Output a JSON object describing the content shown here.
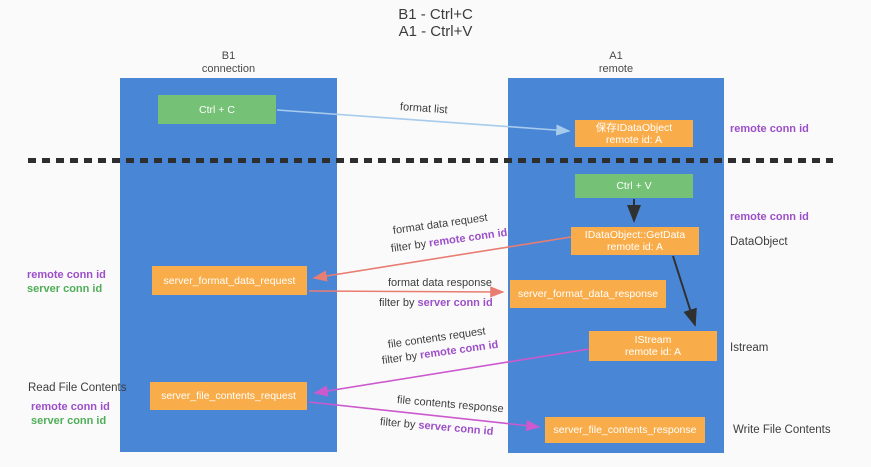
{
  "title": {
    "line1": "B1 - Ctrl+C",
    "line2": "A1 - Ctrl+V"
  },
  "lanes": {
    "left": {
      "name": "B1",
      "role": "connection"
    },
    "right": {
      "name": "A1",
      "role": "remote"
    }
  },
  "nodes": {
    "ctrl_c": {
      "label": "Ctrl + C"
    },
    "ctrl_v": {
      "label": "Ctrl + V"
    },
    "save_idataobject": {
      "line1": "保存IDataObject",
      "line2": "remote id: A"
    },
    "idataobject_getdata": {
      "line1": "IDataObject::GetData",
      "line2": "remote id: A"
    },
    "istream": {
      "line1": "IStream",
      "line2": "remote id: A"
    },
    "server_format_data_request": {
      "label": "server_format_data_request"
    },
    "server_format_data_response": {
      "label": "server_format_data_response"
    },
    "server_file_contents_request": {
      "label": "server_file_contents_request"
    },
    "server_file_contents_response": {
      "label": "server_file_contents_response"
    }
  },
  "edges": {
    "format_list": {
      "label": "format list"
    },
    "format_data_request": {
      "label": "format data request",
      "filter_prefix": "filter by ",
      "filter_key": "remote conn id"
    },
    "format_data_response": {
      "label": "format data response",
      "filter_prefix": "filter by ",
      "filter_key": "server conn id"
    },
    "file_contents_request": {
      "label": "file contents request",
      "filter_prefix": "filter by ",
      "filter_key": "remote conn id"
    },
    "file_contents_response": {
      "label": "file contents response",
      "filter_prefix": "filter by ",
      "filter_key": "server conn id"
    }
  },
  "annotations": {
    "right_top_remote_conn_id": "remote conn id",
    "right_mid_remote_conn_id": "remote conn id",
    "dataobject": "DataObject",
    "istream": "Istream",
    "write_file_contents": "Write File Contents",
    "left_remote_conn_id": "remote conn id",
    "left_server_conn_id": "server conn id",
    "read_file_contents": "Read File Contents",
    "left_bottom_remote_conn_id": "remote conn id",
    "left_bottom_server_conn_id": "server conn id"
  },
  "colors": {
    "lane_blue": "#4a86d6",
    "node_green": "#75c175",
    "node_orange": "#f9ad4a",
    "arrow_light_blue": "#a6cbec",
    "arrow_red": "#e87d72",
    "arrow_magenta": "#cc59ce",
    "arrow_black": "#303030",
    "text_purple": "#9c4fc9",
    "text_green": "#4fae57"
  }
}
